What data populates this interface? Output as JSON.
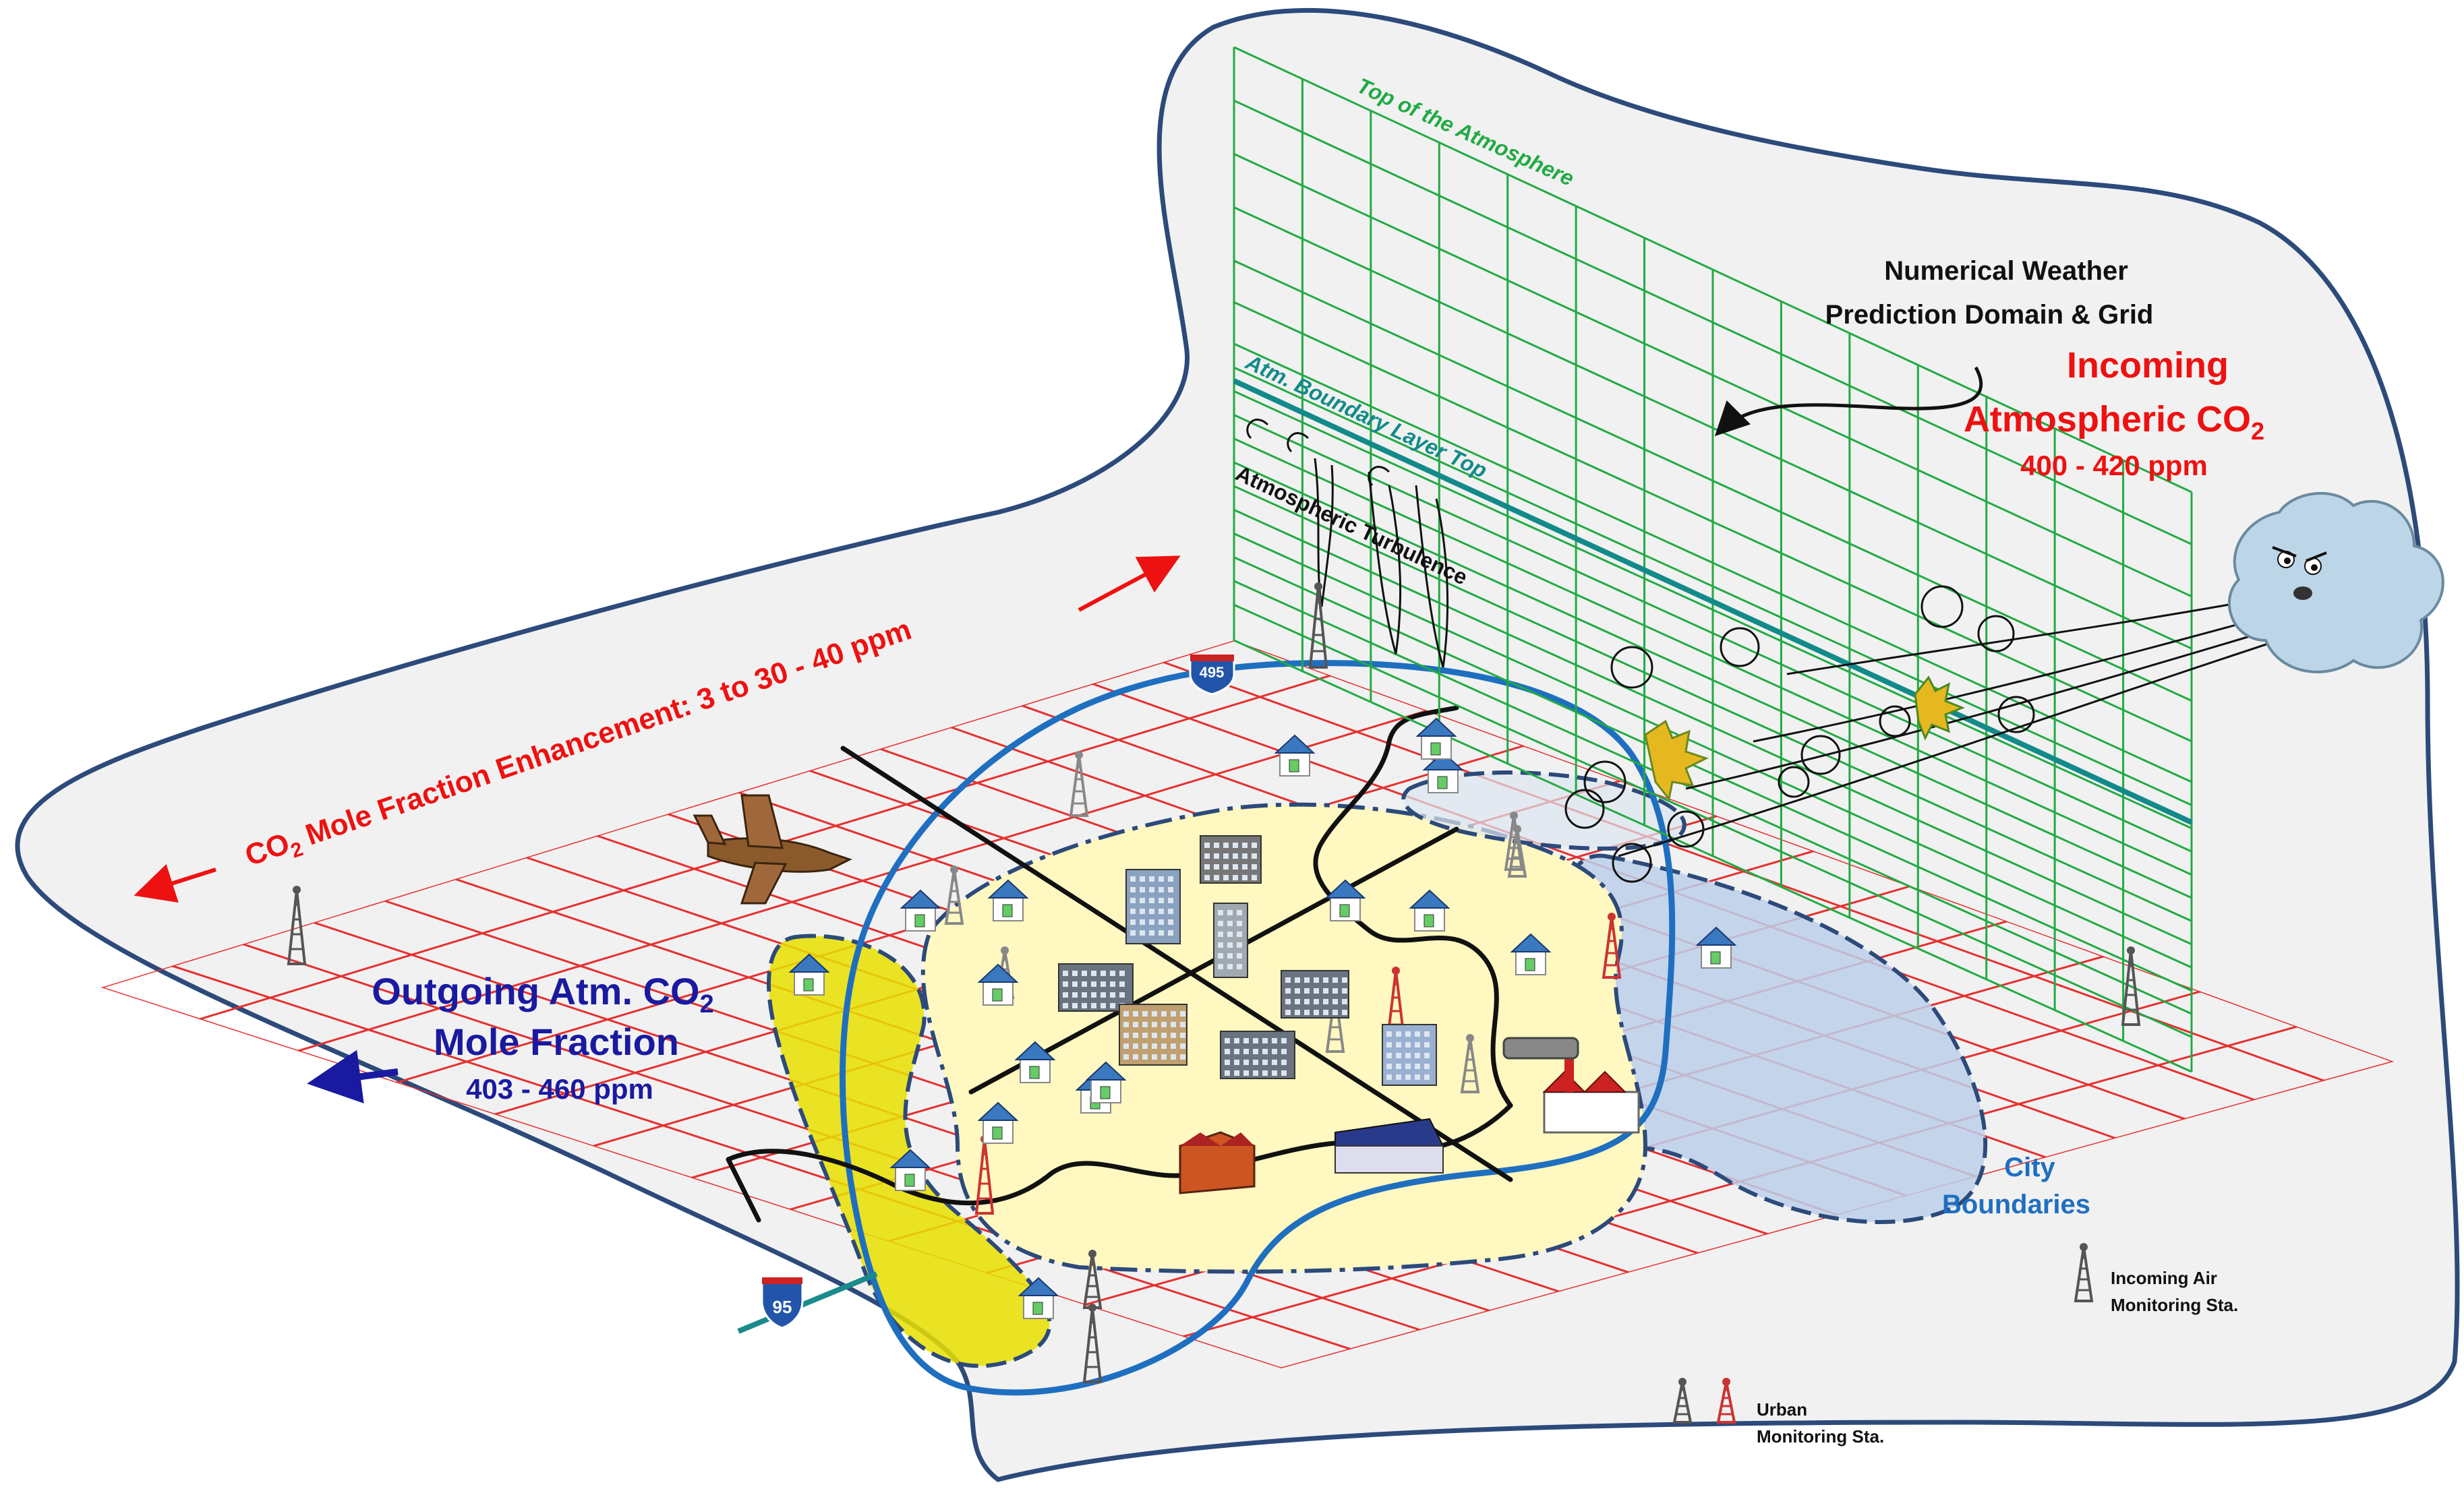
{
  "labels": {
    "top_atmosphere": "Top of the Atmosphere",
    "nwp_line1": "Numerical Weather",
    "nwp_line2": "Prediction Domain & Grid",
    "incoming_title_line1": "Incoming",
    "incoming_title_line2_prefix": "Atmospheric CO",
    "incoming_title_sub": "2",
    "incoming_range": "400 - 420 ppm",
    "abl_top": "Atm. Boundary Layer Top",
    "turbulence": "Atmospheric Turbulence",
    "enhancement_prefix": "CO",
    "enhancement_sub": "2",
    "enhancement_suffix": " Mole Fraction Enhancement: 3 to 30 - 40 ppm",
    "outgoing_line1_prefix": "Outgoing Atm. CO",
    "outgoing_line1_sub": "2",
    "outgoing_line2": "Mole Fraction",
    "outgoing_range": "403 - 460 ppm",
    "city_line1": "City",
    "city_line2": "Boundaries",
    "incoming_air_line1": "Incoming Air",
    "incoming_air_line2": "Monitoring Sta.",
    "urban_line1": "Urban",
    "urban_line2": "Monitoring Sta.",
    "highway_495": "495",
    "highway_95": "95"
  },
  "colors": {
    "outline": "#2c4a7a",
    "background": "#f1f1f1",
    "grid_green": "#22aa44",
    "ground_grid": "#e53030",
    "boundary_layer": "#138a8a",
    "city_boundary": "#1f6fc0",
    "urban_fill": "#fff8c0",
    "plume_yellow": "#e8e000",
    "plume_blue": "#bcd0ea",
    "arrow_red": "#ee1111",
    "arrow_navy": "#1a1aa0"
  }
}
